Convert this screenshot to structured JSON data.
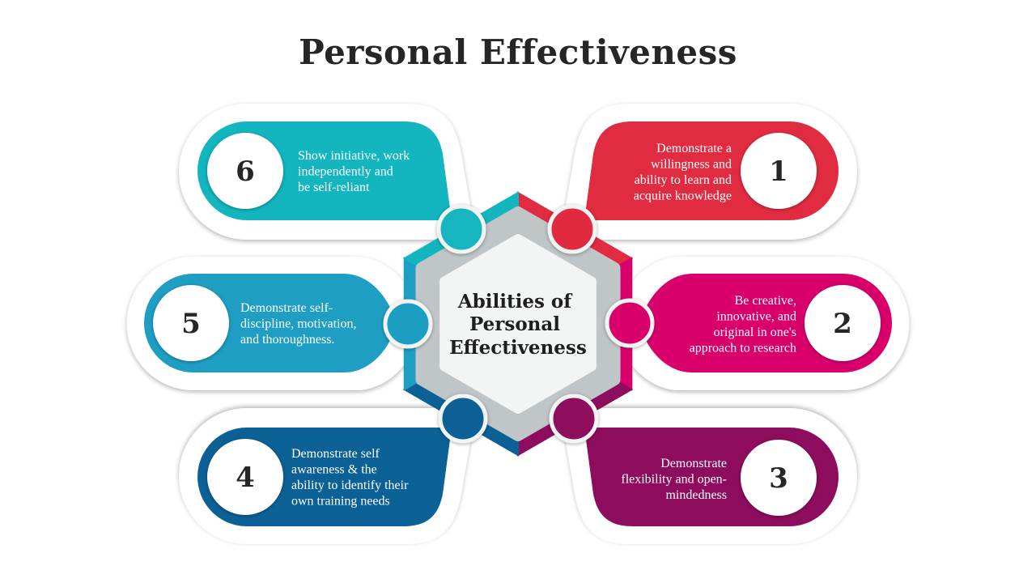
{
  "title": "Personal Effectiveness",
  "center": {
    "lines": [
      "Abilities of",
      "Personal",
      "Effectiveness"
    ]
  },
  "colors": {
    "teal": "#13b5bf",
    "red": "#e12b40",
    "magenta": "#d9006c",
    "purple": "#8e0c5d",
    "darkblue": "#0b6195",
    "blue": "#1f9ec3"
  },
  "items": [
    {
      "number": "1",
      "lines": [
        "Demonstrate a",
        "willingness and",
        "ability to learn and",
        "acquire knowledge"
      ]
    },
    {
      "number": "2",
      "lines": [
        "Be creative,",
        "innovative, and",
        "original in one's",
        "approach to research"
      ]
    },
    {
      "number": "3",
      "lines": [
        "Demonstrate",
        "flexibility and open-",
        "mindedness"
      ]
    },
    {
      "number": "4",
      "lines": [
        "Demonstrate self",
        "awareness & the",
        "ability to identify their",
        "own training needs"
      ]
    },
    {
      "number": "5",
      "lines": [
        "Demonstrate self-",
        "discipline, motivation,",
        "and thoroughness."
      ]
    },
    {
      "number": "6",
      "lines": [
        "Show initiative, work",
        "independently and",
        "be self-reliant"
      ]
    }
  ]
}
